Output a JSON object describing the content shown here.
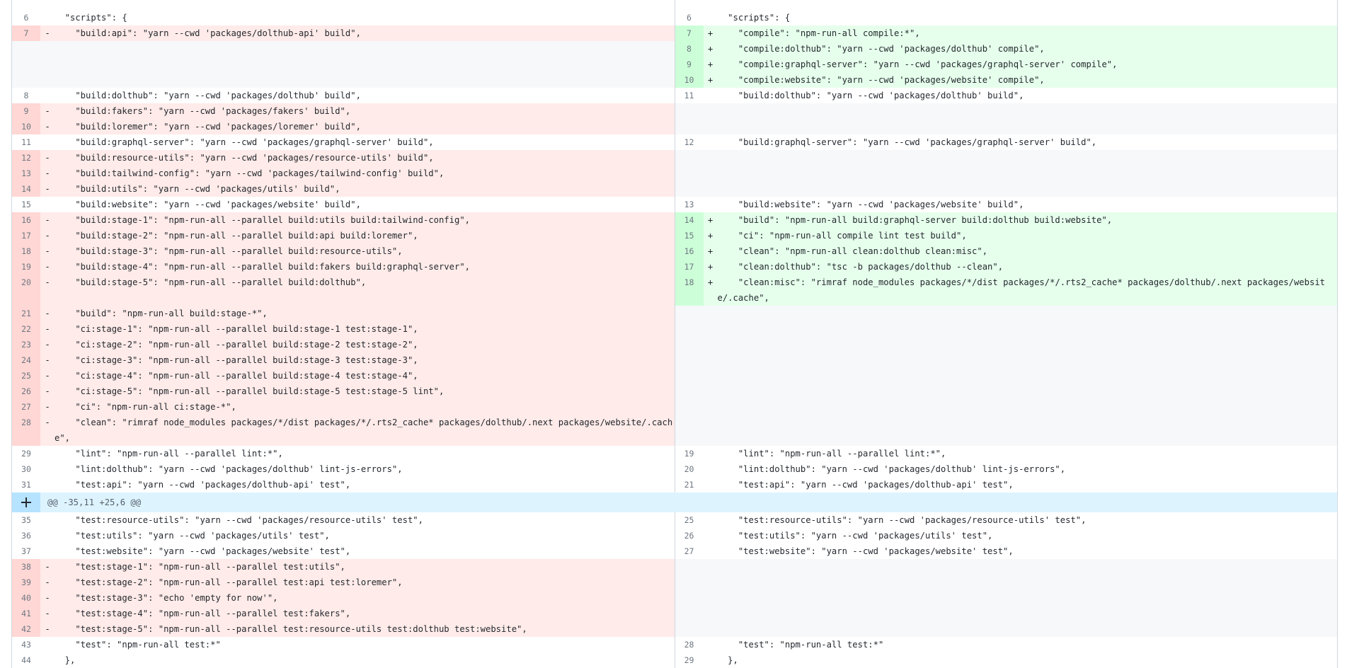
{
  "hunk_header": "@@ -35,11 +25,6 @@",
  "rows": [
    {
      "ln": "6",
      "lt": "ctx",
      "lc": "  \"scripts\": {",
      "rn": "6",
      "rt": "ctx",
      "rc": "  \"scripts\": {"
    },
    {
      "ln": "7",
      "lt": "del",
      "lc": "    \"build:api\": \"yarn --cwd 'packages/dolthub-api' build\",",
      "rn": "7",
      "rt": "add",
      "rc": "    \"compile\": \"npm-run-all compile:*\","
    },
    {
      "ln": "",
      "lt": "empty",
      "lc": "",
      "rn": "8",
      "rt": "add",
      "rc": "    \"compile:dolthub\": \"yarn --cwd 'packages/dolthub' compile\","
    },
    {
      "ln": "",
      "lt": "empty",
      "lc": "",
      "rn": "9",
      "rt": "add",
      "rc": "    \"compile:graphql-server\": \"yarn --cwd 'packages/graphql-server' compile\","
    },
    {
      "ln": "",
      "lt": "empty",
      "lc": "",
      "rn": "10",
      "rt": "add",
      "rc": "    \"compile:website\": \"yarn --cwd 'packages/website' compile\","
    },
    {
      "ln": "8",
      "lt": "ctx",
      "lc": "    \"build:dolthub\": \"yarn --cwd 'packages/dolthub' build\",",
      "rn": "11",
      "rt": "ctx",
      "rc": "    \"build:dolthub\": \"yarn --cwd 'packages/dolthub' build\","
    },
    {
      "ln": "9",
      "lt": "del",
      "lc": "    \"build:fakers\": \"yarn --cwd 'packages/fakers' build\",",
      "rn": "",
      "rt": "empty",
      "rc": ""
    },
    {
      "ln": "10",
      "lt": "del",
      "lc": "    \"build:loremer\": \"yarn --cwd 'packages/loremer' build\",",
      "rn": "",
      "rt": "empty",
      "rc": ""
    },
    {
      "ln": "11",
      "lt": "ctx",
      "lc": "    \"build:graphql-server\": \"yarn --cwd 'packages/graphql-server' build\",",
      "rn": "12",
      "rt": "ctx",
      "rc": "    \"build:graphql-server\": \"yarn --cwd 'packages/graphql-server' build\","
    },
    {
      "ln": "12",
      "lt": "del",
      "lc": "    \"build:resource-utils\": \"yarn --cwd 'packages/resource-utils' build\",",
      "rn": "",
      "rt": "empty",
      "rc": ""
    },
    {
      "ln": "13",
      "lt": "del",
      "lc": "    \"build:tailwind-config\": \"yarn --cwd 'packages/tailwind-config' build\",",
      "rn": "",
      "rt": "empty",
      "rc": ""
    },
    {
      "ln": "14",
      "lt": "del",
      "lc": "    \"build:utils\": \"yarn --cwd 'packages/utils' build\",",
      "rn": "",
      "rt": "empty",
      "rc": ""
    },
    {
      "ln": "15",
      "lt": "ctx",
      "lc": "    \"build:website\": \"yarn --cwd 'packages/website' build\",",
      "rn": "13",
      "rt": "ctx",
      "rc": "    \"build:website\": \"yarn --cwd 'packages/website' build\","
    },
    {
      "ln": "16",
      "lt": "del",
      "lc": "    \"build:stage-1\": \"npm-run-all --parallel build:utils build:tailwind-config\",",
      "rn": "14",
      "rt": "add",
      "rc": "    \"build\": \"npm-run-all build:graphql-server build:dolthub build:website\","
    },
    {
      "ln": "17",
      "lt": "del",
      "lc": "    \"build:stage-2\": \"npm-run-all --parallel build:api build:loremer\",",
      "rn": "15",
      "rt": "add",
      "rc": "    \"ci\": \"npm-run-all compile lint test build\","
    },
    {
      "ln": "18",
      "lt": "del",
      "lc": "    \"build:stage-3\": \"npm-run-all --parallel build:resource-utils\",",
      "rn": "16",
      "rt": "add",
      "rc": "    \"clean\": \"npm-run-all clean:dolthub clean:misc\","
    },
    {
      "ln": "19",
      "lt": "del",
      "lc": "    \"build:stage-4\": \"npm-run-all --parallel build:fakers build:graphql-server\",",
      "rn": "17",
      "rt": "add",
      "rc": "    \"clean:dolthub\": \"tsc -b packages/dolthub --clean\","
    },
    {
      "ln": "20",
      "lt": "del",
      "lc": "    \"build:stage-5\": \"npm-run-all --parallel build:dolthub\",",
      "rn": "18",
      "rt": "add",
      "rc": "    \"clean:misc\": \"rimraf node_modules packages/*/dist packages/*/.rts2_cache* packages/dolthub/.next packages/website/.cache\",",
      "tall": true
    },
    {
      "ln": "21",
      "lt": "del",
      "lc": "    \"build\": \"npm-run-all build:stage-*\",",
      "rn": "",
      "rt": "empty",
      "rc": ""
    },
    {
      "ln": "22",
      "lt": "del",
      "lc": "    \"ci:stage-1\": \"npm-run-all --parallel build:stage-1 test:stage-1\",",
      "rn": "",
      "rt": "empty",
      "rc": ""
    },
    {
      "ln": "23",
      "lt": "del",
      "lc": "    \"ci:stage-2\": \"npm-run-all --parallel build:stage-2 test:stage-2\",",
      "rn": "",
      "rt": "empty",
      "rc": ""
    },
    {
      "ln": "24",
      "lt": "del",
      "lc": "    \"ci:stage-3\": \"npm-run-all --parallel build:stage-3 test:stage-3\",",
      "rn": "",
      "rt": "empty",
      "rc": ""
    },
    {
      "ln": "25",
      "lt": "del",
      "lc": "    \"ci:stage-4\": \"npm-run-all --parallel build:stage-4 test:stage-4\",",
      "rn": "",
      "rt": "empty",
      "rc": ""
    },
    {
      "ln": "26",
      "lt": "del",
      "lc": "    \"ci:stage-5\": \"npm-run-all --parallel build:stage-5 test:stage-5 lint\",",
      "rn": "",
      "rt": "empty",
      "rc": ""
    },
    {
      "ln": "27",
      "lt": "del",
      "lc": "    \"ci\": \"npm-run-all ci:stage-*\",",
      "rn": "",
      "rt": "empty",
      "rc": ""
    },
    {
      "ln": "28",
      "lt": "del",
      "lc": "    \"clean\": \"rimraf node_modules packages/*/dist packages/*/.rts2_cache* packages/dolthub/.next packages/website/.cache\",",
      "rn": "",
      "rt": "empty",
      "rc": "",
      "tall": true
    },
    {
      "ln": "29",
      "lt": "ctx",
      "lc": "    \"lint\": \"npm-run-all --parallel lint:*\",",
      "rn": "19",
      "rt": "ctx",
      "rc": "    \"lint\": \"npm-run-all --parallel lint:*\","
    },
    {
      "ln": "30",
      "lt": "ctx",
      "lc": "    \"lint:dolthub\": \"yarn --cwd 'packages/dolthub' lint-js-errors\",",
      "rn": "20",
      "rt": "ctx",
      "rc": "    \"lint:dolthub\": \"yarn --cwd 'packages/dolthub' lint-js-errors\","
    },
    {
      "ln": "31",
      "lt": "ctx",
      "lc": "    \"test:api\": \"yarn --cwd 'packages/dolthub-api' test\",",
      "rn": "21",
      "rt": "ctx",
      "rc": "    \"test:api\": \"yarn --cwd 'packages/dolthub-api' test\","
    },
    {
      "hunk": true
    },
    {
      "ln": "35",
      "lt": "ctx",
      "lc": "    \"test:resource-utils\": \"yarn --cwd 'packages/resource-utils' test\",",
      "rn": "25",
      "rt": "ctx",
      "rc": "    \"test:resource-utils\": \"yarn --cwd 'packages/resource-utils' test\","
    },
    {
      "ln": "36",
      "lt": "ctx",
      "lc": "    \"test:utils\": \"yarn --cwd 'packages/utils' test\",",
      "rn": "26",
      "rt": "ctx",
      "rc": "    \"test:utils\": \"yarn --cwd 'packages/utils' test\","
    },
    {
      "ln": "37",
      "lt": "ctx",
      "lc": "    \"test:website\": \"yarn --cwd 'packages/website' test\",",
      "rn": "27",
      "rt": "ctx",
      "rc": "    \"test:website\": \"yarn --cwd 'packages/website' test\","
    },
    {
      "ln": "38",
      "lt": "del",
      "lc": "    \"test:stage-1\": \"npm-run-all --parallel test:utils\",",
      "rn": "",
      "rt": "empty",
      "rc": ""
    },
    {
      "ln": "39",
      "lt": "del",
      "lc": "    \"test:stage-2\": \"npm-run-all --parallel test:api test:loremer\",",
      "rn": "",
      "rt": "empty",
      "rc": ""
    },
    {
      "ln": "40",
      "lt": "del",
      "lc": "    \"test:stage-3\": \"echo 'empty for now'\",",
      "rn": "",
      "rt": "empty",
      "rc": ""
    },
    {
      "ln": "41",
      "lt": "del",
      "lc": "    \"test:stage-4\": \"npm-run-all --parallel test:fakers\",",
      "rn": "",
      "rt": "empty",
      "rc": ""
    },
    {
      "ln": "42",
      "lt": "del",
      "lc": "    \"test:stage-5\": \"npm-run-all --parallel test:resource-utils test:dolthub test:website\",",
      "rn": "",
      "rt": "empty",
      "rc": ""
    },
    {
      "ln": "43",
      "lt": "ctx",
      "lc": "    \"test\": \"npm-run-all test:*\"",
      "rn": "28",
      "rt": "ctx",
      "rc": "    \"test\": \"npm-run-all test:*\""
    },
    {
      "ln": "44",
      "lt": "ctx",
      "lc": "  },",
      "rn": "29",
      "rt": "ctx",
      "rc": "  },"
    }
  ]
}
